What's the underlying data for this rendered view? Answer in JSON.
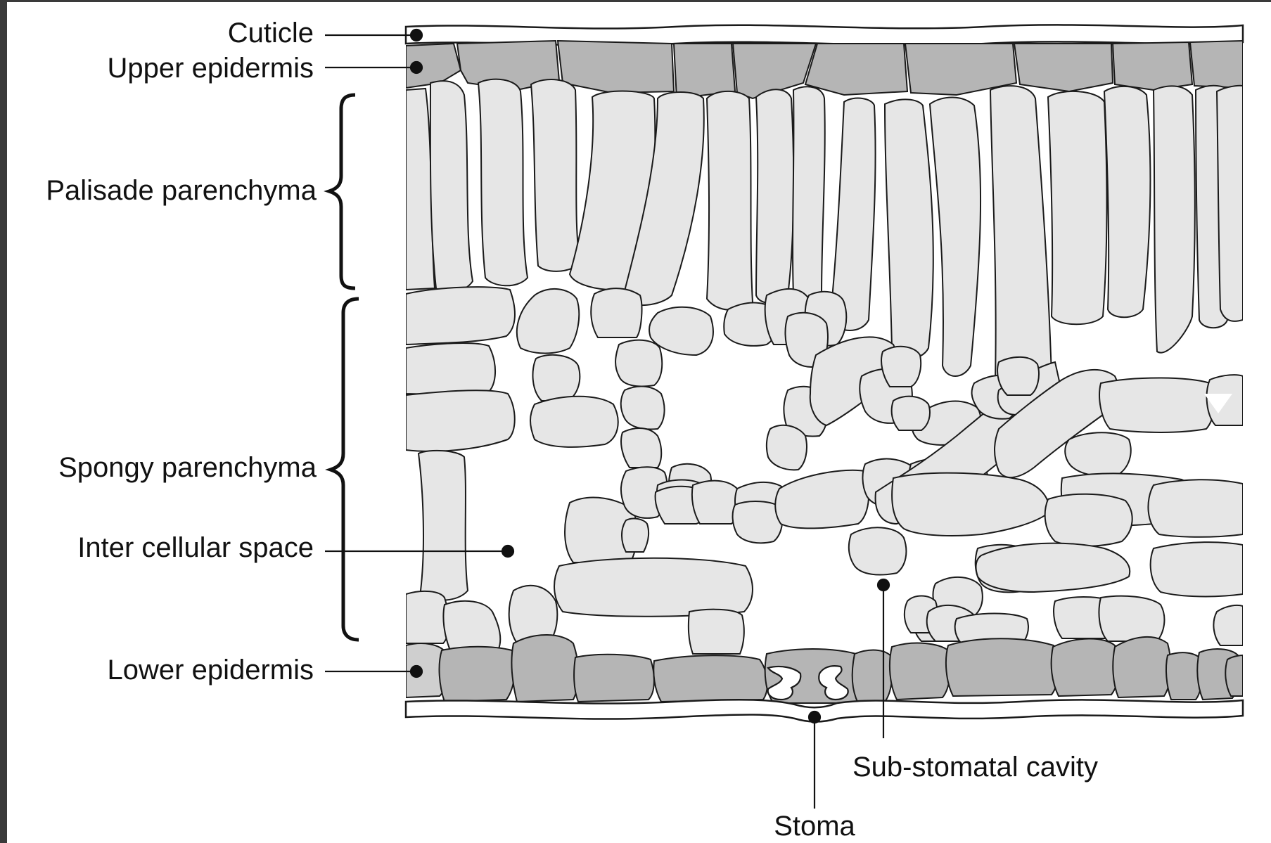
{
  "labels": {
    "cuticle": "Cuticle",
    "upper_epidermis": "Upper epidermis",
    "palisade": "Palisade parenchyma",
    "spongy": "Spongy parenchyma",
    "intercellular": "Inter cellular space",
    "lower_epidermis": "Lower epidermis",
    "substomatal": "Sub-stomatal cavity",
    "stoma": "Stoma"
  },
  "colors": {
    "epidermis": "#b5b5b5",
    "mesophyll": "#e6e6e6",
    "outline": "#1a1a1a",
    "frame": "#3a3a3a"
  }
}
